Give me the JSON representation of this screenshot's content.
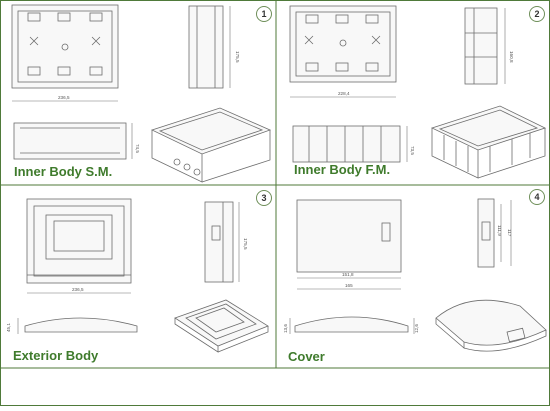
{
  "sections": [
    {
      "number": "1",
      "title": "Inner Body S.M.",
      "dims": {
        "width": "236,5",
        "height": "175,5",
        "depth": "74,5"
      }
    },
    {
      "number": "2",
      "title": "Inner Body F.M.",
      "dims": {
        "width": "228,4",
        "height": "160,8",
        "depth": "73,5"
      }
    },
    {
      "number": "3",
      "title": "Exterior Body",
      "dims": {
        "width": "236,5",
        "height": "175,5",
        "depth": "45,1"
      }
    },
    {
      "number": "4",
      "title": "Cover",
      "dims": {
        "width_inner": "151,8",
        "width_outer": "165",
        "height_a": "111,9",
        "height_b": "117",
        "depth_left": "13,6",
        "depth_right": "12,6"
      }
    }
  ],
  "colors": {
    "grid": "#4f7a3a",
    "label": "#3f7b2c",
    "drawing": "#6d6d6d"
  }
}
